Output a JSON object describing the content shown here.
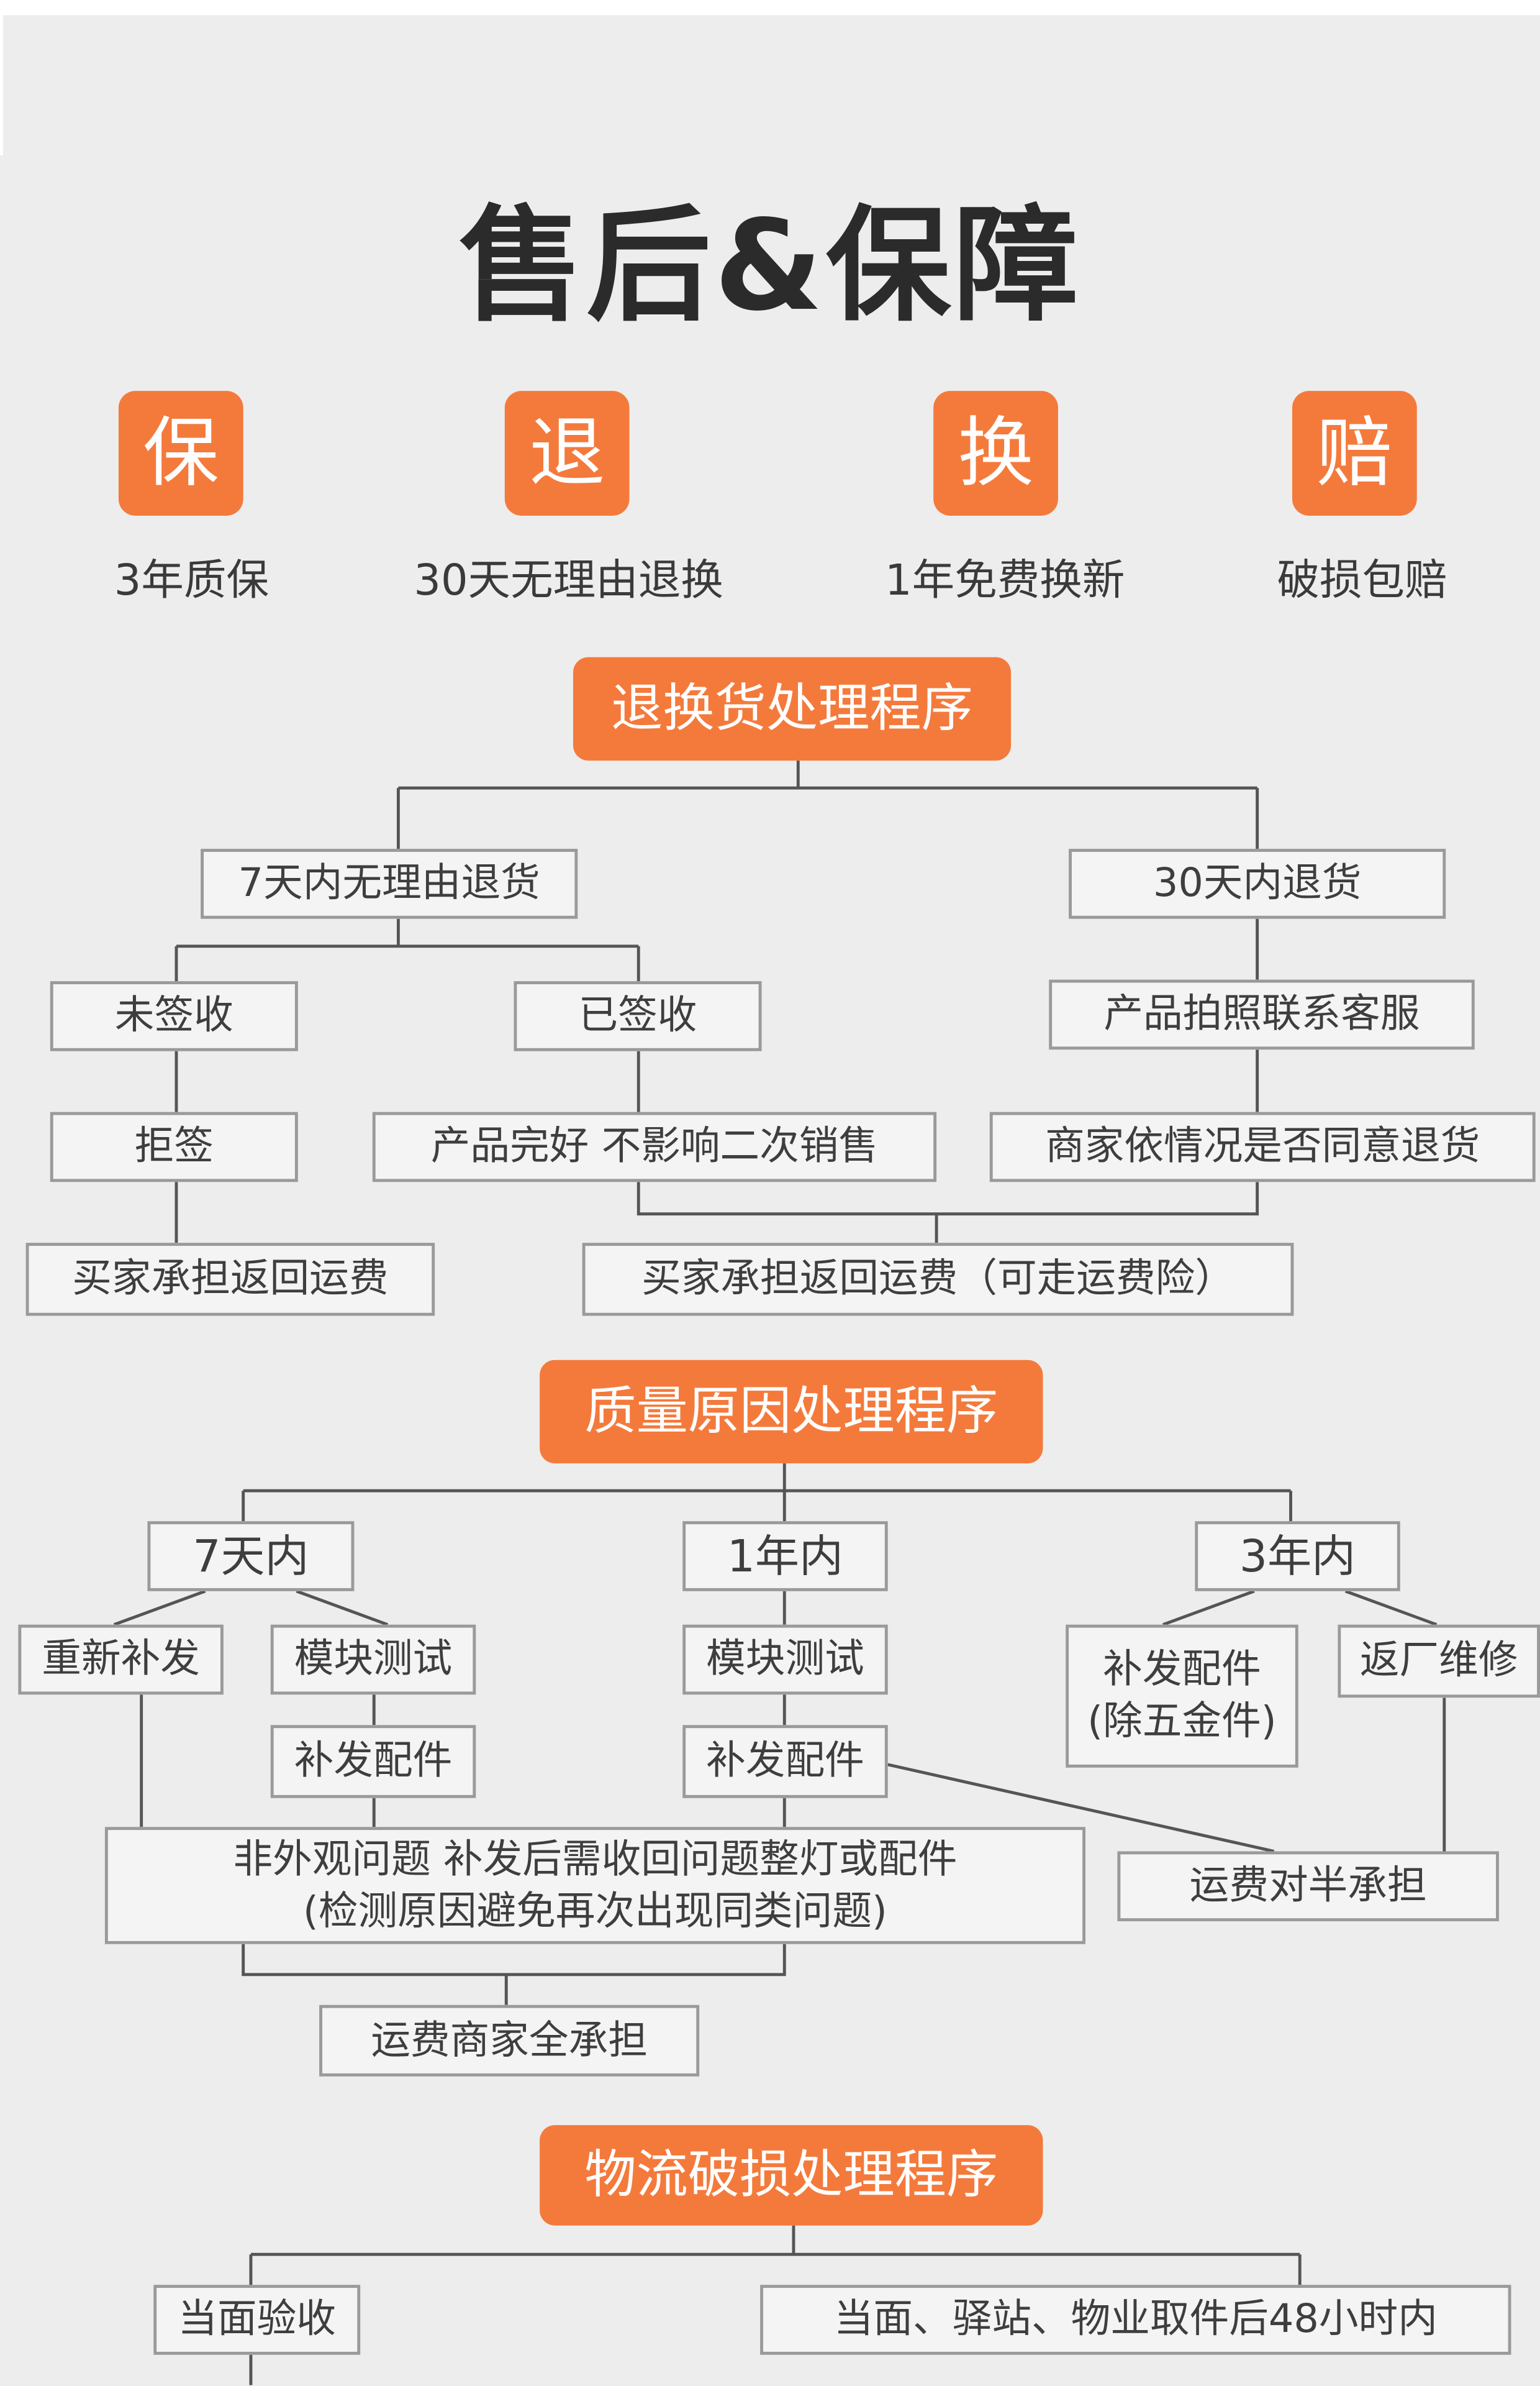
{
  "title": "售后&保障",
  "colors": {
    "accent": "#f47a3c",
    "background": "#ededed",
    "box_border": "#9a9a9a",
    "line": "#555555"
  },
  "guarantees": [
    {
      "char": "保",
      "text": "3年质保"
    },
    {
      "char": "退",
      "text": "30天无理由退换"
    },
    {
      "char": "换",
      "text": "1年免费换新"
    },
    {
      "char": "赔",
      "text": "破损包赔"
    }
  ],
  "returns": {
    "header": "退换货处理程序",
    "seven_days": "7天内无理由退货",
    "thirty_days": "30天内退货",
    "not_signed": "未签收",
    "signed": "已签收",
    "photo_contact": "产品拍照联系客服",
    "reject_sign": "拒签",
    "product_intact": "产品完好 不影响二次销售",
    "merchant_decides": "商家依情况是否同意退货",
    "buyer_pays": "买家承担返回运费",
    "buyer_pays_insurance": "买家承担返回运费（可走运费险）"
  },
  "quality": {
    "header": "质量原因处理程序",
    "within_7_days": "7天内",
    "within_1_year": "1年内",
    "within_3_years": "3年内",
    "resend": "重新补发",
    "module_test_a": "模块测试",
    "module_test_b": "模块测试",
    "parts_excl_line1": "补发配件",
    "parts_excl_line2": "(除五金件)",
    "factory_repair": "返厂维修",
    "parts_a": "补发配件",
    "parts_b": "补发配件",
    "non_appearance_line1": "非外观问题 补发后需收回问题整灯或配件",
    "non_appearance_line2": "(检测原因避免再次出现同类问题)",
    "shipping_half": "运费对半承担",
    "shipping_merchant": "运费商家全承担"
  },
  "logistics": {
    "header": "物流破损处理程序",
    "inspect_on_delivery": "当面验收",
    "within_48h": "当面、驿站、物业取件后48小时内"
  }
}
